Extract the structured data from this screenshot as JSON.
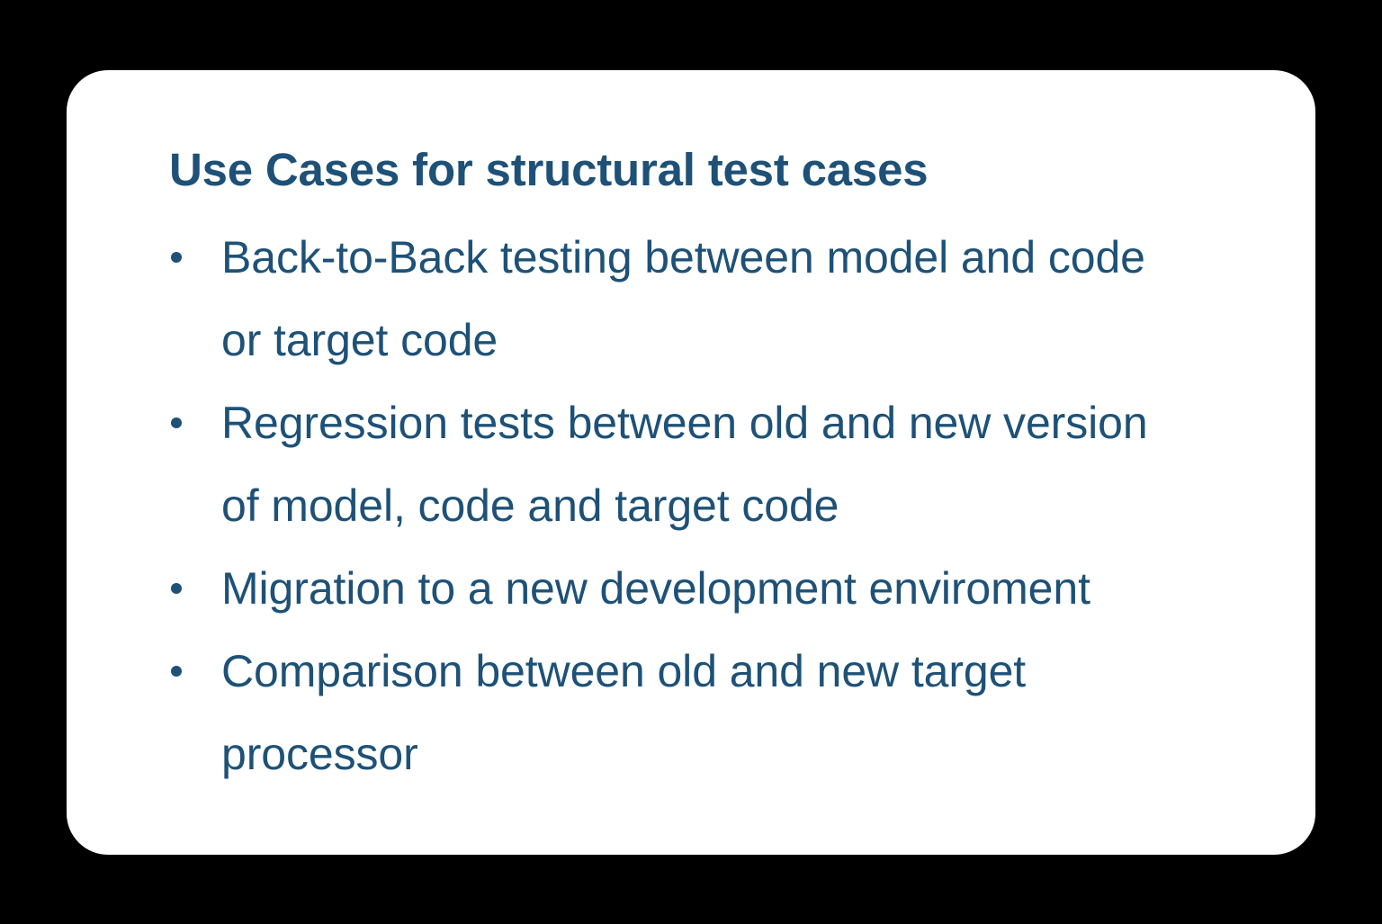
{
  "card": {
    "background_color": "#ffffff",
    "page_background_color": "#000000",
    "accent_color": "#1e5177"
  },
  "slide": {
    "title": "Use Cases for structural test cases",
    "bullets": [
      {
        "text": "Back-to-Back testing between model and code or target code"
      },
      {
        "text": "Regression tests between old and new version of model, code and target code"
      },
      {
        "text": "Migration to a new development enviroment"
      },
      {
        "text": "Comparison between old and new target processor"
      }
    ],
    "bullet_marker": "bullet-dot-icon"
  }
}
